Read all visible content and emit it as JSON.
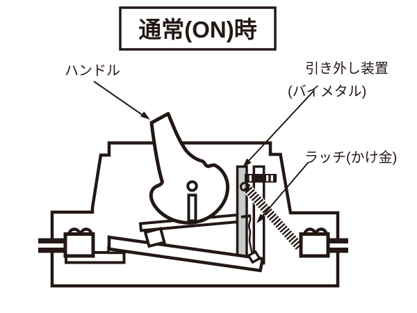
{
  "title": "通常(ON)時",
  "labels": {
    "handle": "ハンドル",
    "trip_device_line1": "引き外し装置",
    "trip_device_line2": "(バイメタル)",
    "latch": "ラッチ(かけ金)"
  },
  "colors": {
    "ink": "#231815",
    "metal_gray": "#c9caca",
    "background": "#ffffff"
  }
}
